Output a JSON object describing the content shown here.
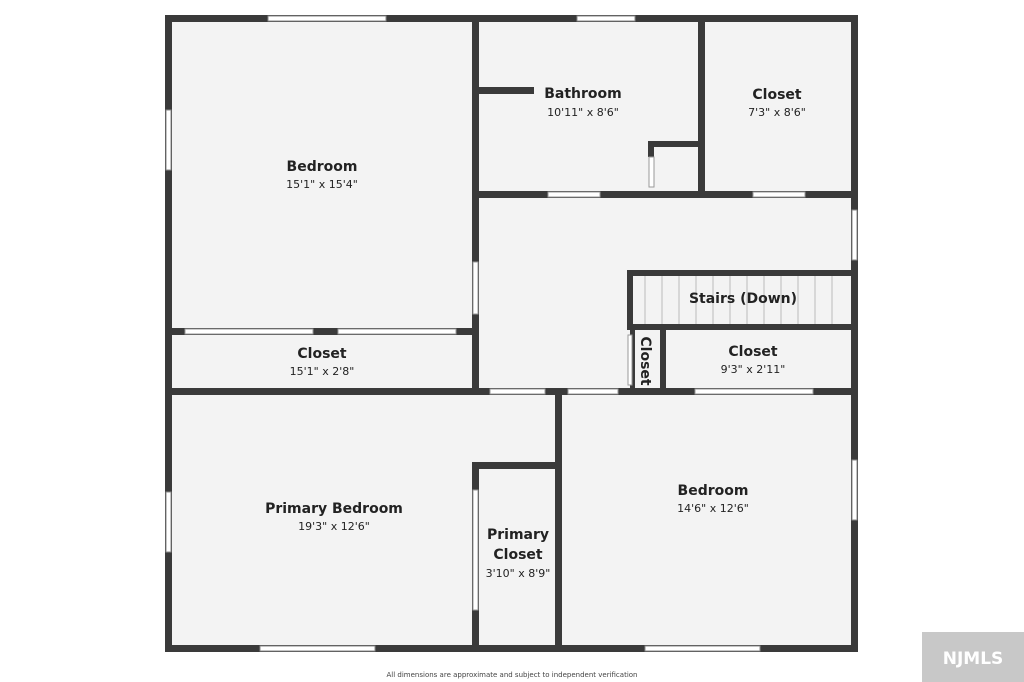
{
  "rooms": [
    {
      "name": "Bedroom",
      "dimensions": "15'1\" x 15'4\""
    },
    {
      "name": "Bathroom",
      "dimensions": "10'11\" x 8'6\""
    },
    {
      "name": "Closet",
      "dimensions": "7'3\" x 8'6\""
    },
    {
      "name": "Closet",
      "dimensions": "15'1\" x 2'8\""
    },
    {
      "name": "Stairs (Down)"
    },
    {
      "name": "Closet"
    },
    {
      "name": "Closet",
      "dimensions": "9'3\" x 2'11\""
    },
    {
      "name": "Primary Bedroom",
      "dimensions": "19'3\" x 12'6\""
    },
    {
      "name": "Primary",
      "name_line2": "Closet",
      "dimensions": "3'10\" x 8'9\""
    },
    {
      "name": "Bedroom",
      "dimensions": "14'6\" x 12'6\""
    }
  ],
  "footer": {
    "disclaimer": "All dimensions are approximate and subject to independent verification",
    "logo": "NJMLS"
  },
  "colors": {
    "wall": "#3a3a3a",
    "floor": "#f3f3f3",
    "window": "#ffffff"
  }
}
